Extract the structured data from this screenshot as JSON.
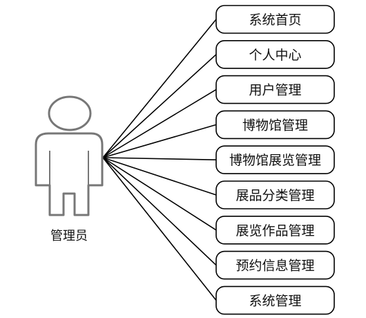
{
  "actor": {
    "label": "管理员"
  },
  "use_cases": [
    {
      "label": "系统首页"
    },
    {
      "label": "个人中心"
    },
    {
      "label": "用户管理"
    },
    {
      "label": "博物馆管理"
    },
    {
      "label": "博物馆展览管理"
    },
    {
      "label": "展品分类管理"
    },
    {
      "label": "展览作品管理"
    },
    {
      "label": "预约信息管理"
    },
    {
      "label": "系统管理"
    }
  ],
  "colors": {
    "stroke": "#000000",
    "actor_stroke": "#777777",
    "background": "#ffffff"
  }
}
